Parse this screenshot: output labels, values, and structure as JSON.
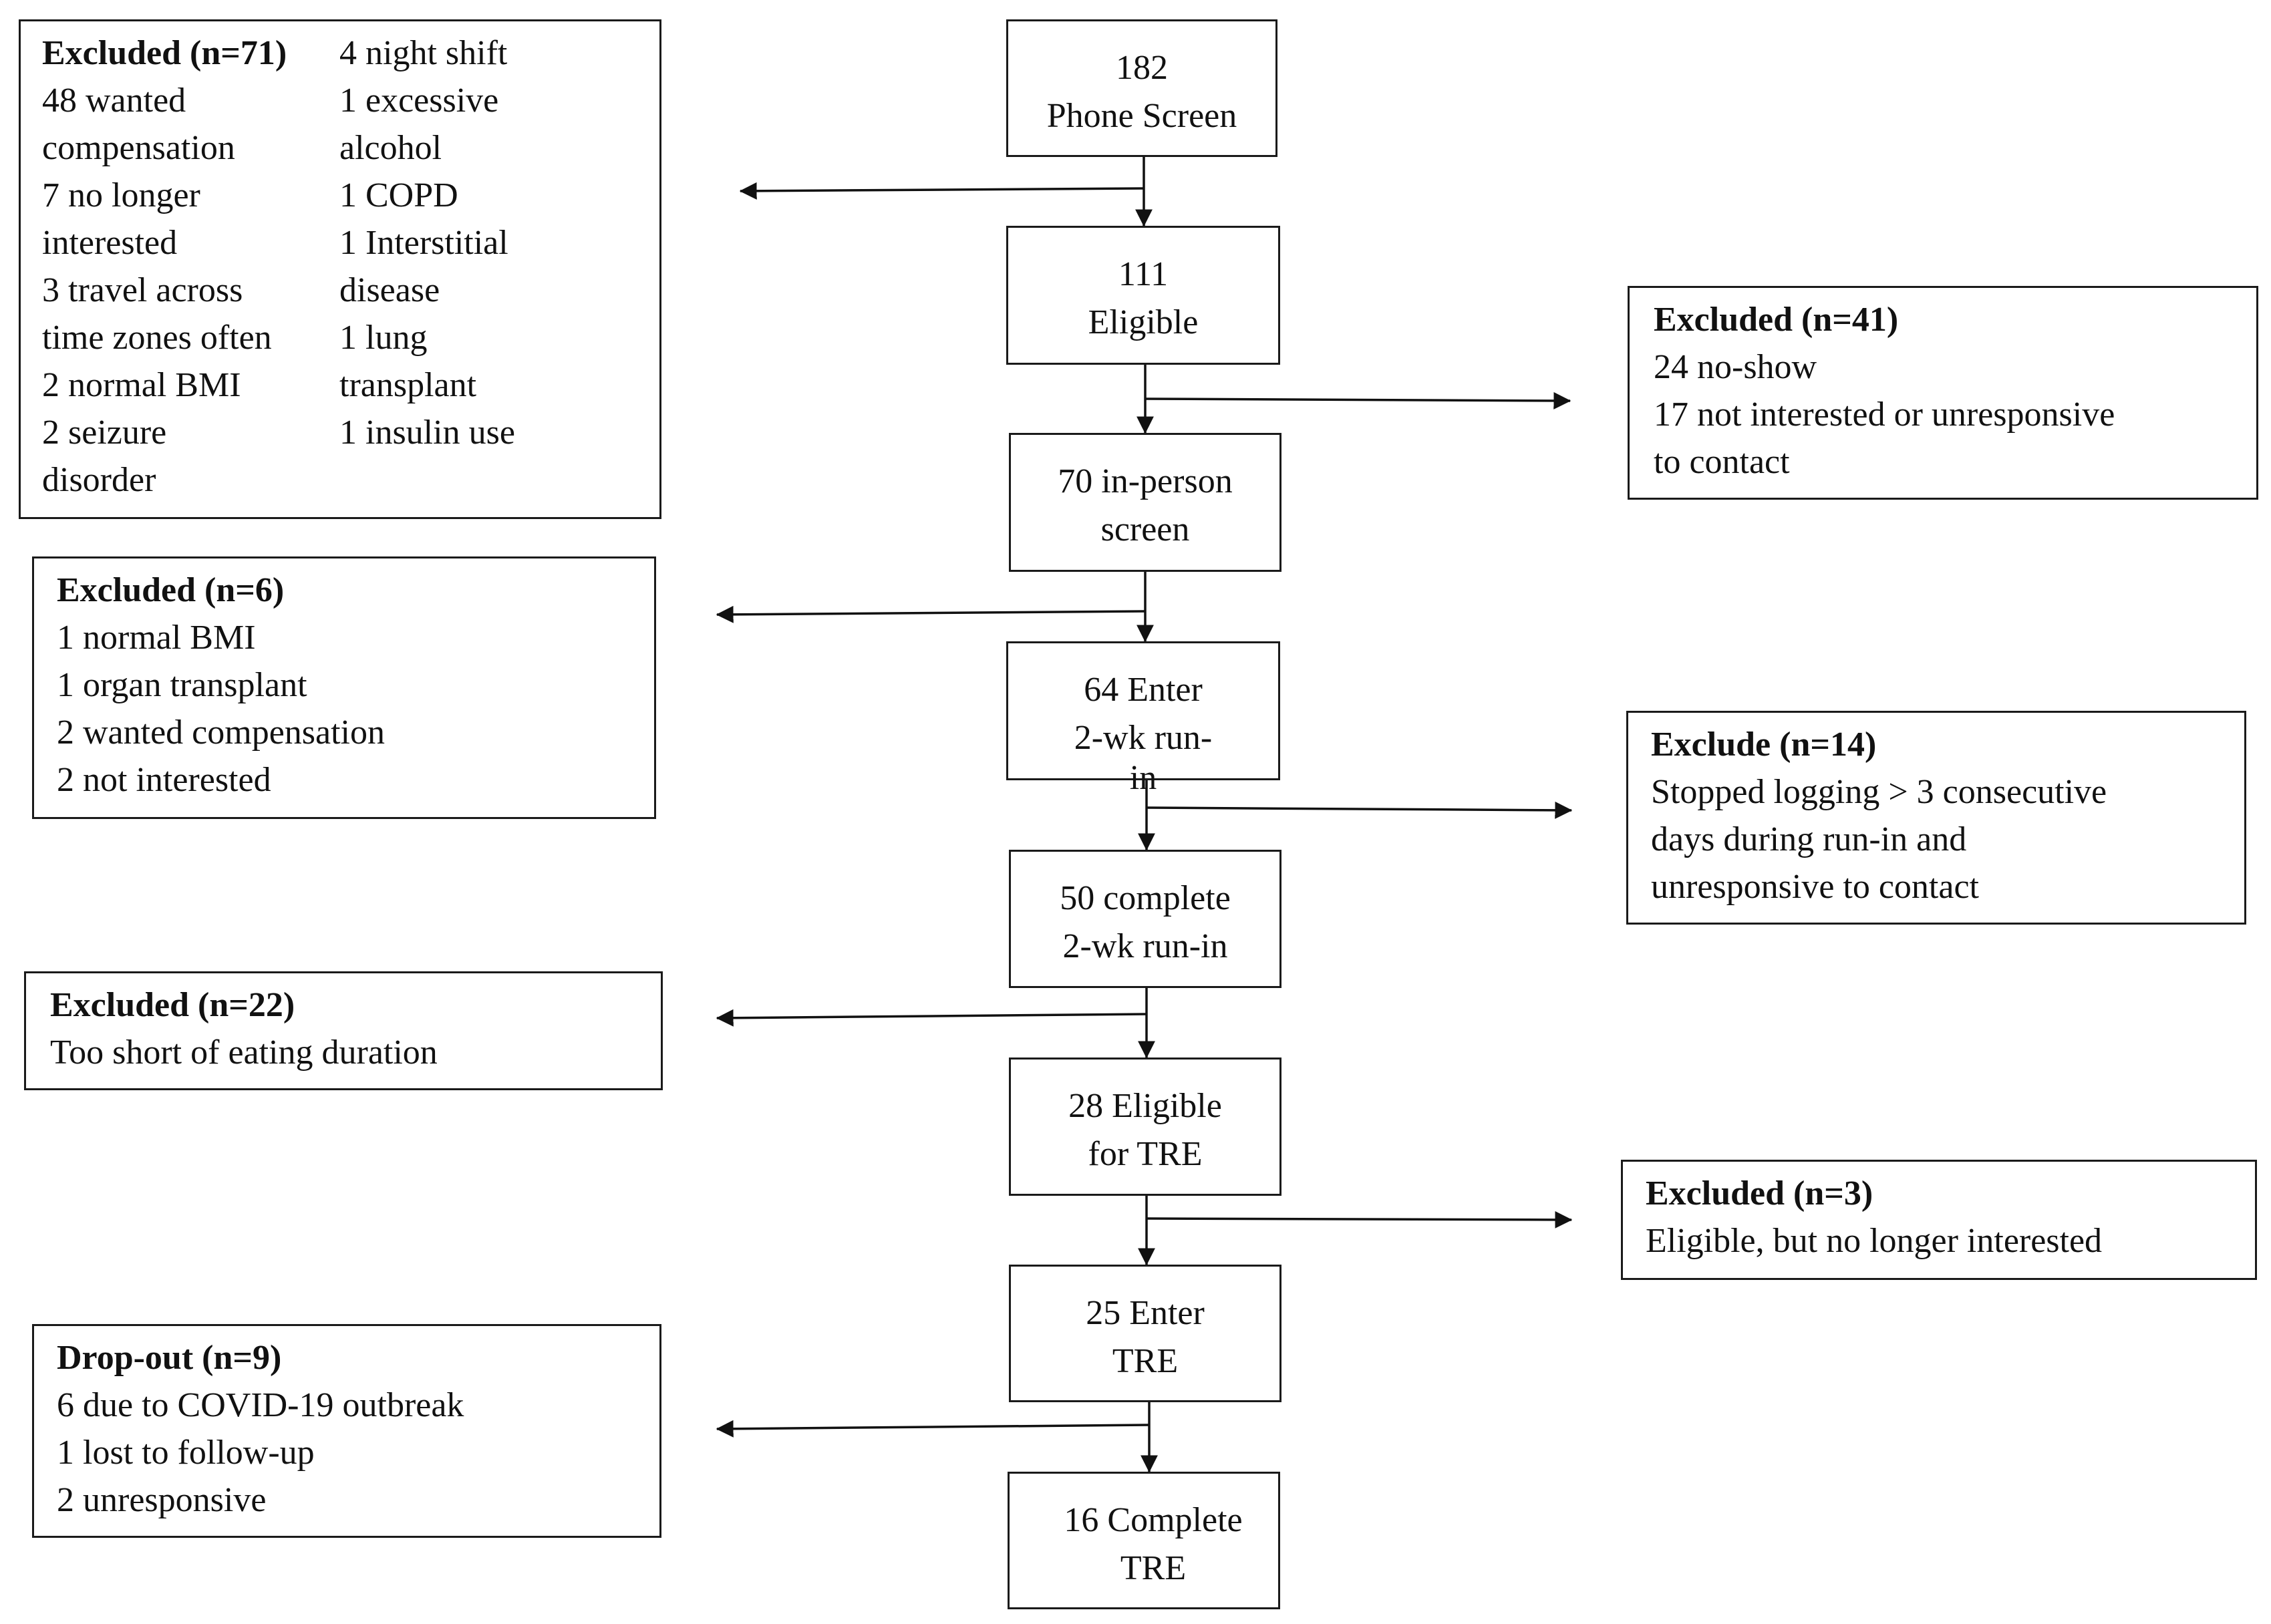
{
  "main_boxes": [
    {
      "lines": [
        "182",
        "Phone Screen"
      ]
    },
    {
      "lines": [
        "111",
        "Eligible"
      ]
    },
    {
      "lines": [
        "70 in-person",
        "screen"
      ]
    },
    {
      "lines": [
        "64 Enter",
        "2-wk run-",
        "in"
      ]
    },
    {
      "lines": [
        "50 complete",
        "2-wk run-in"
      ]
    },
    {
      "lines": [
        "28 Eligible",
        "for TRE"
      ]
    },
    {
      "lines": [
        "25 Enter",
        "TRE"
      ]
    },
    {
      "lines": [
        "16 Complete",
        "TRE"
      ]
    }
  ],
  "excluded_phone": {
    "heading": "Excluded (n=71)",
    "col1": [
      "48 wanted",
      "compensation",
      "7 no longer",
      "interested",
      "3 travel across",
      "time zones often",
      "2 normal BMI",
      "2 seizure",
      "disorder"
    ],
    "col2_first": "4 night shift",
    "col2": [
      "1 excessive",
      "alcohol",
      "1 COPD",
      "1 Interstitial",
      "disease",
      "1 lung",
      "transplant",
      "1 insulin use"
    ]
  },
  "excluded_eligible": {
    "heading": "Excluded (n=41)",
    "lines": [
      "24 no-show",
      "17 not interested or unresponsive",
      "to contact"
    ]
  },
  "excluded_inperson": {
    "heading": "Excluded (n=6)",
    "lines": [
      "1 normal BMI",
      "1 organ transplant",
      "2 wanted compensation",
      "2 not interested"
    ]
  },
  "exclude_runin": {
    "heading": "Exclude (n=14)",
    "lines": [
      "Stopped logging > 3 consecutive",
      "days during run-in and",
      "unresponsive to contact"
    ]
  },
  "excluded_complete": {
    "heading": "Excluded (n=22)",
    "lines": [
      "Too short of eating duration"
    ]
  },
  "excluded_tre": {
    "heading": "Excluded (n=3)",
    "lines": [
      "Eligible, but no longer interested"
    ]
  },
  "dropout": {
    "heading": "Drop-out (n=9)",
    "lines": [
      "6 due to COVID-19 outbreak",
      "1 lost to follow-up",
      "2 unresponsive"
    ]
  }
}
